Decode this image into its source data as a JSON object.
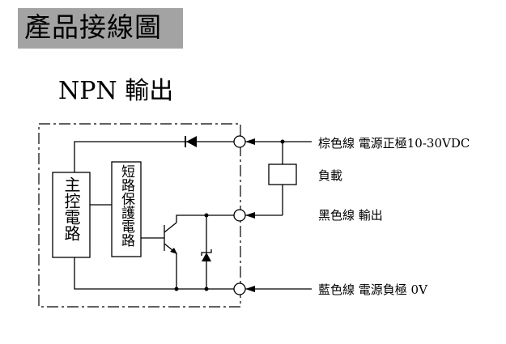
{
  "banner": {
    "title": "產品接線圖"
  },
  "diagram": {
    "heading": "NPN 輸出",
    "main_circuit": "主控電路",
    "protection_circuit": "短路保護電路",
    "wires": {
      "brown": "棕色線 電源正極10-30VDC",
      "load": "負載",
      "black": "黑色線 輸出",
      "blue": "藍色線 電源負極 0V"
    }
  }
}
